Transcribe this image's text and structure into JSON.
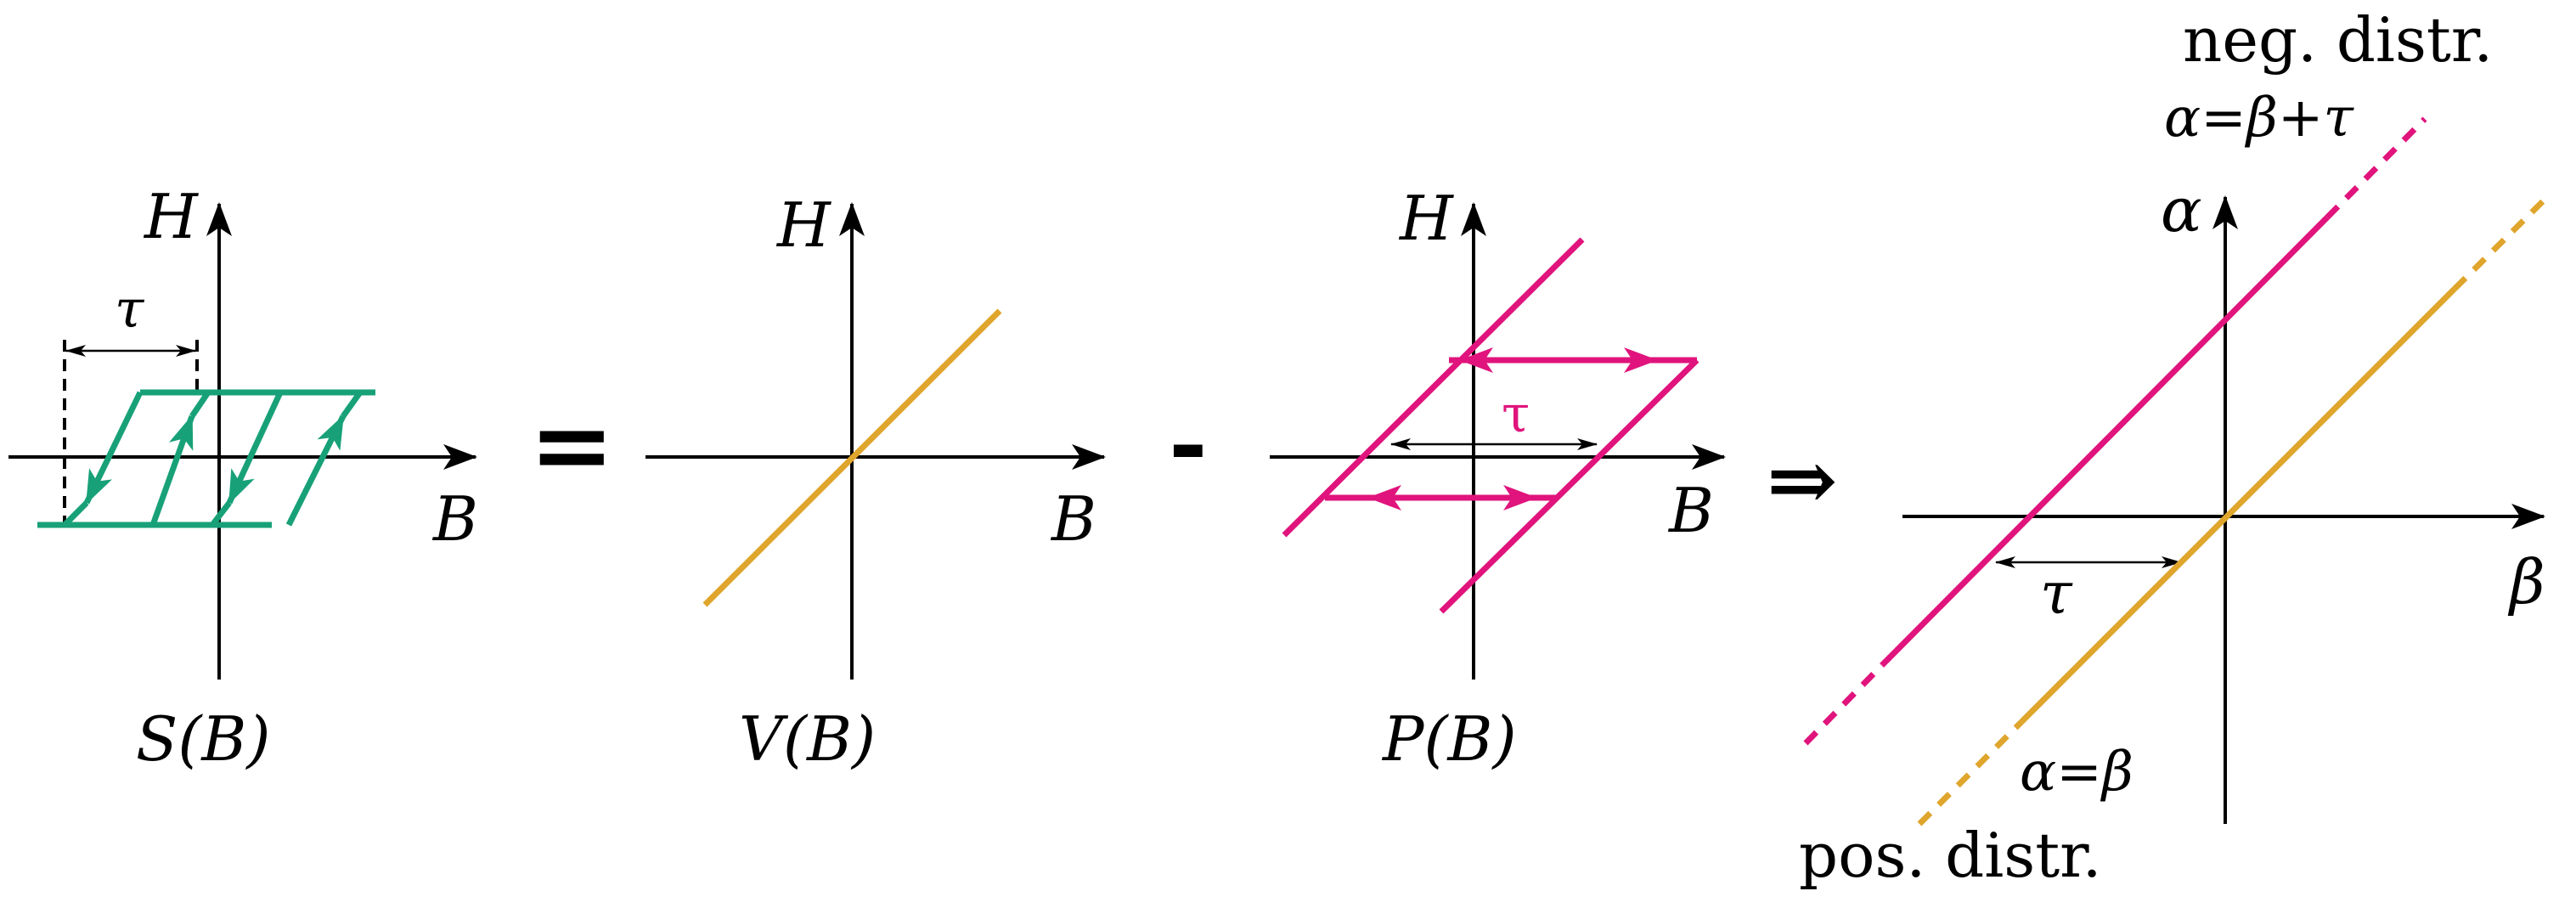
{
  "colors": {
    "switch_green": "#18a178",
    "volume_orange": "#dfa52c",
    "preisach_magenta": "#e0147c",
    "axis_black": "#000000"
  },
  "panel_s": {
    "axis_h": "H",
    "axis_b": "B",
    "width_label": "τ",
    "caption": "S(B)"
  },
  "equals_sign": "=",
  "panel_v": {
    "axis_h": "H",
    "axis_b": "B",
    "caption": "V(B)"
  },
  "minus_sign": "-",
  "panel_p": {
    "axis_h": "H",
    "axis_b": "B",
    "width_label": "τ",
    "caption": "P(B)"
  },
  "implies_sign": "⇒",
  "panel_ab": {
    "axis_alpha": "α",
    "axis_beta": "β",
    "width_label": "τ",
    "neg_title": "neg. distr.",
    "neg_line_label": "α=β+τ",
    "pos_line_label": "α=β",
    "pos_title": "pos. distr."
  }
}
